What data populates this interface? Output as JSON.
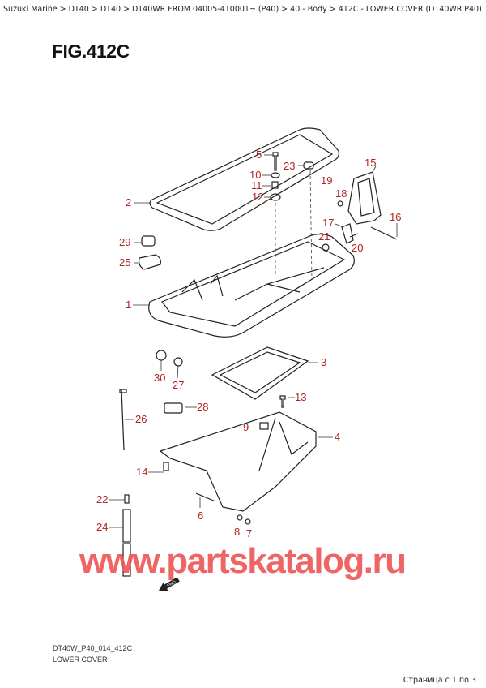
{
  "breadcrumb": "Suzuki Marine > DT40 > DT40 > DT40WR FROM 04005-410001~ (P40) > 40 - Body > 412C - LOWER COVER (DT40WR:P40)",
  "figure_title": "FIG.412C",
  "diagram_code": "DT40W_P40_014_412C",
  "diagram_caption": "LOWER COVER",
  "pagination": "Страница с 1 по 3",
  "watermark": "www.partskatalog.ru",
  "fwd_marker": "FWD",
  "label_color": "#b22222",
  "parts": [
    "1",
    "2",
    "3",
    "4",
    "5",
    "6",
    "7",
    "8",
    "9",
    "10",
    "11",
    "12",
    "13",
    "14",
    "15",
    "16",
    "17",
    "18",
    "19",
    "20",
    "21",
    "22",
    "23",
    "24",
    "25",
    "26",
    "27",
    "28",
    "29",
    "30"
  ]
}
